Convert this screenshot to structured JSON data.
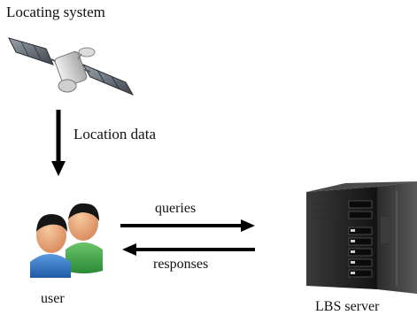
{
  "diagram": {
    "locating_system_label": "Locating system",
    "location_data_label": "Location data",
    "queries_label": "queries",
    "responses_label": "responses",
    "user_label": "user",
    "server_label": "LBS server"
  },
  "icons": {
    "satellite": "satellite-icon",
    "users": "users-icon",
    "server": "server-tower-icon"
  },
  "colors": {
    "arrow": "#000000",
    "user_front_shirt": "#2f73c4",
    "user_back_shirt": "#3aa24a",
    "skin": "#e8a070",
    "server_body": "#1c1c1c"
  }
}
